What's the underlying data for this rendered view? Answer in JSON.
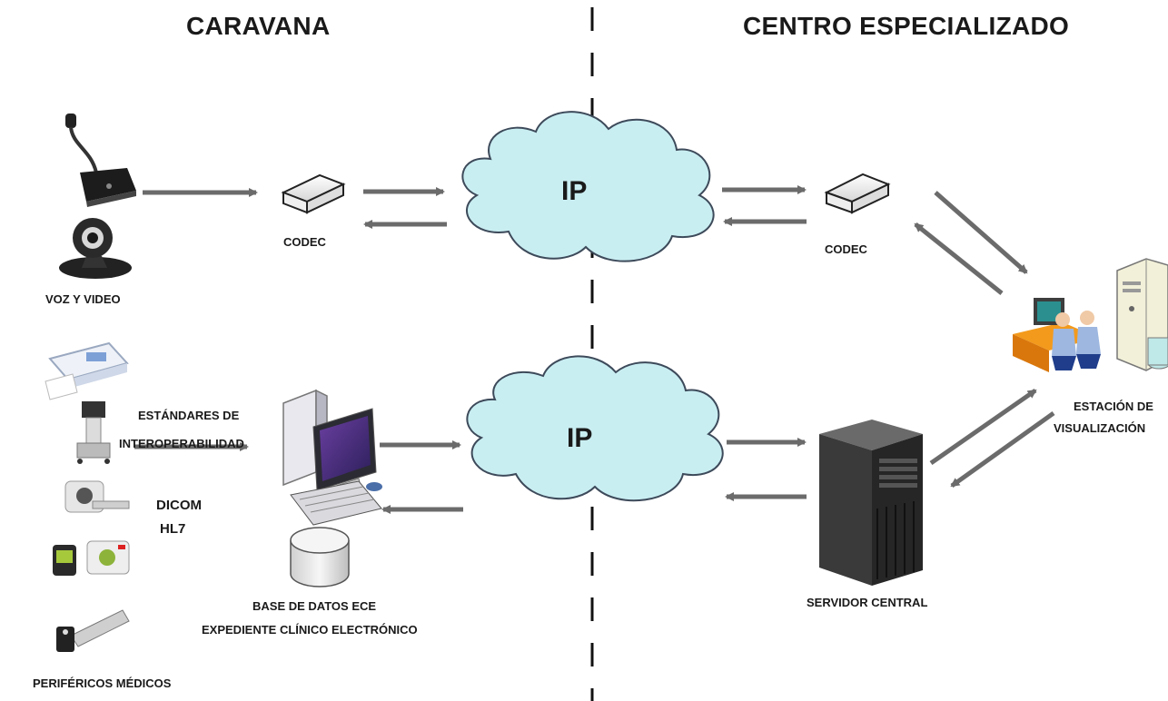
{
  "headings": {
    "left": "CARAVANA",
    "right": "CENTRO ESPECIALIZADO"
  },
  "labels": {
    "voz_video": "VOZ Y VIDEO",
    "codec_left": "CODEC",
    "codec_right": "CODEC",
    "ip_top": "IP",
    "ip_bottom": "IP",
    "estandares_line1": "ESTÁNDARES DE",
    "estandares_line2": "INTEROPERABILIDAD",
    "dicom": "DICOM",
    "hl7": "HL7",
    "base_datos_line1": "BASE DE DATOS ECE",
    "base_datos_line2": "EXPEDIENTE CLÍNICO ELECTRÓNICO",
    "perifericos": "PERIFÉRICOS MÉDICOS",
    "servidor": "SERVIDOR CENTRAL",
    "estacion_line1": "ESTACIÓN DE",
    "estacion_line2": "VISUALIZACIÓN"
  },
  "colors": {
    "cloud_fill": "#c9eef2",
    "cloud_stroke": "#3d4a5a",
    "arrow": "#6b6b6b",
    "divider": "#111111"
  },
  "icons": {
    "microphone": "microphone-icon",
    "webcam": "webcam-icon",
    "codec": "codec-box-icon",
    "cloud": "cloud-icon",
    "computer": "desktop-computer-icon",
    "database": "database-cylinder-icon",
    "server": "server-tower-icon",
    "workstation": "workstation-people-icon",
    "ecg": "ecg-device-icon",
    "ultrasound": "ultrasound-cart-icon",
    "ct": "ct-scanner-icon",
    "otoscope": "otoscope-icon",
    "camera": "medical-camera-icon"
  }
}
